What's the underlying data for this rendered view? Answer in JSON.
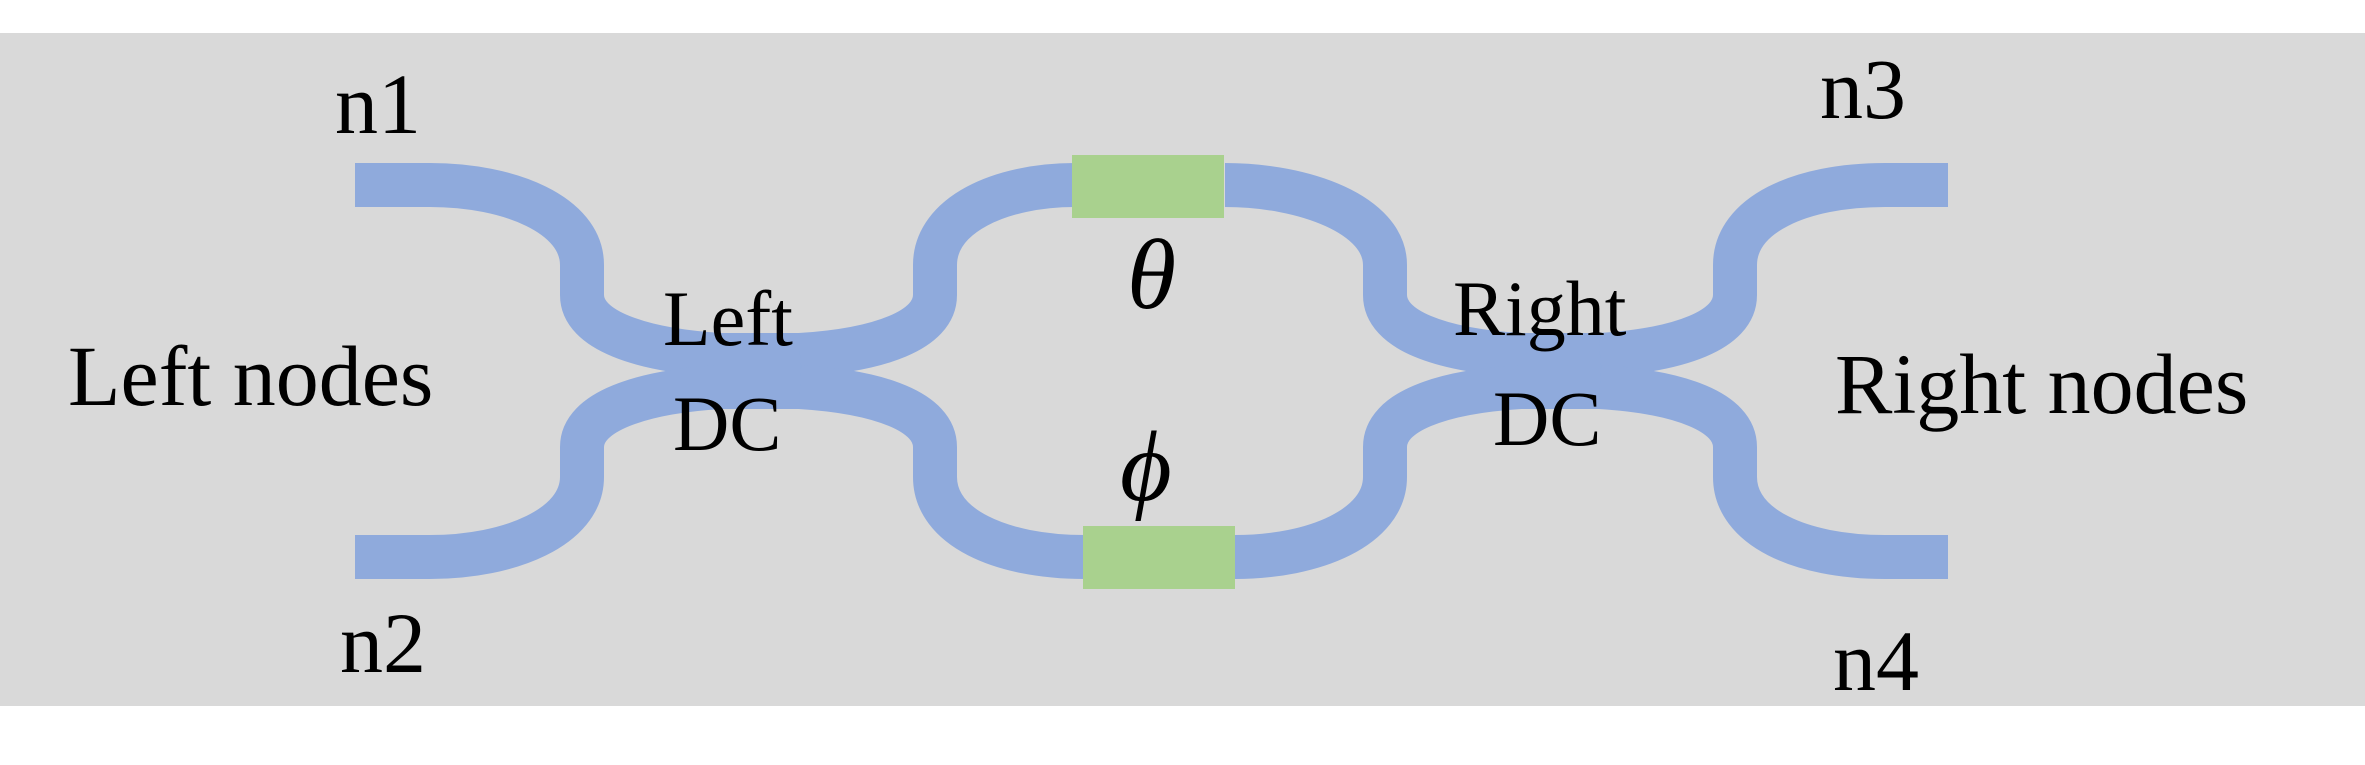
{
  "diagram": {
    "colors": {
      "background": "#d9d9d9",
      "page": "#ffffff",
      "waveguide": "#8faadc",
      "phase_shifter": "#a9d18e",
      "text": "#000000"
    },
    "labels": {
      "n1": "n1",
      "n2": "n2",
      "n3": "n3",
      "n4": "n4",
      "left_nodes": "Left nodes",
      "right_nodes": "Right nodes",
      "left_dc_line1": "Left",
      "left_dc_line2": "DC",
      "right_dc_line1": "Right",
      "right_dc_line2": "DC",
      "theta": "θ",
      "phi": "ϕ"
    }
  }
}
